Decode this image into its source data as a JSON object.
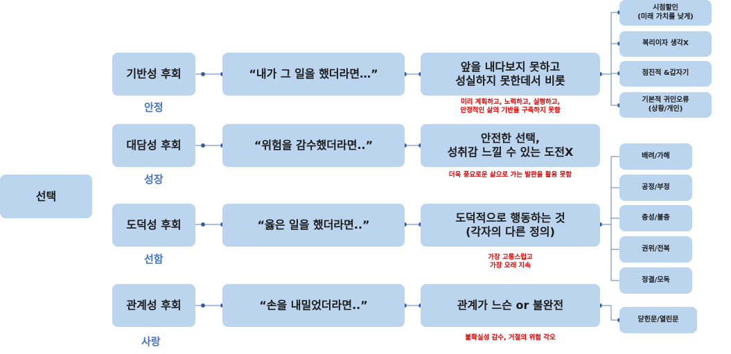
{
  "root": "선택",
  "rows": [
    {
      "regret": "기반성 후회",
      "value_label": "안정",
      "quote": "“내가 그 일을 했더라면…”",
      "cause": "앞을 내다보지 못하고\n성실하지 못한데서 비롯",
      "note": "미리 계획하고, 노력하고, 실행하고,\n안정적인 삶의 기반을 구축하지 못함"
    },
    {
      "regret": "대담성 후회",
      "value_label": "성장",
      "quote": "“위험을 감수했더라면..”",
      "cause": "안전한 선택,\n성취감 느낄 수 있는 도전X",
      "note": "더욱 풍요로운 삶으로 가는 발판을 활용 못함"
    },
    {
      "regret": "도덕성 후회",
      "value_label": "선함",
      "quote": "“옳은 일을 했더라면..”",
      "cause": "도덕적으로 행동하는 것\n(각자의 다른 정의)",
      "note": "가장 고통스럽고\n가장 오래 지속"
    },
    {
      "regret": "관계성 후회",
      "value_label": "사랑",
      "quote": "“손을 내밀었더라면..”",
      "cause": "관계가 느슨 or 불완전",
      "note": "불확실성 감수, 거절의 위험 각오"
    }
  ],
  "details_row1": [
    "시점할인\n(미래 가치를 낮게)",
    "복리이자 생각X",
    "점진적 &갑자기",
    "기본적 귀인오류\n(상황/개인)"
  ],
  "details_row3": [
    "배려/가해",
    "공정/부정",
    "충성/불충",
    "권위/전복",
    "정결/모독"
  ],
  "details_row4": [
    "닫힌문/열린문"
  ]
}
